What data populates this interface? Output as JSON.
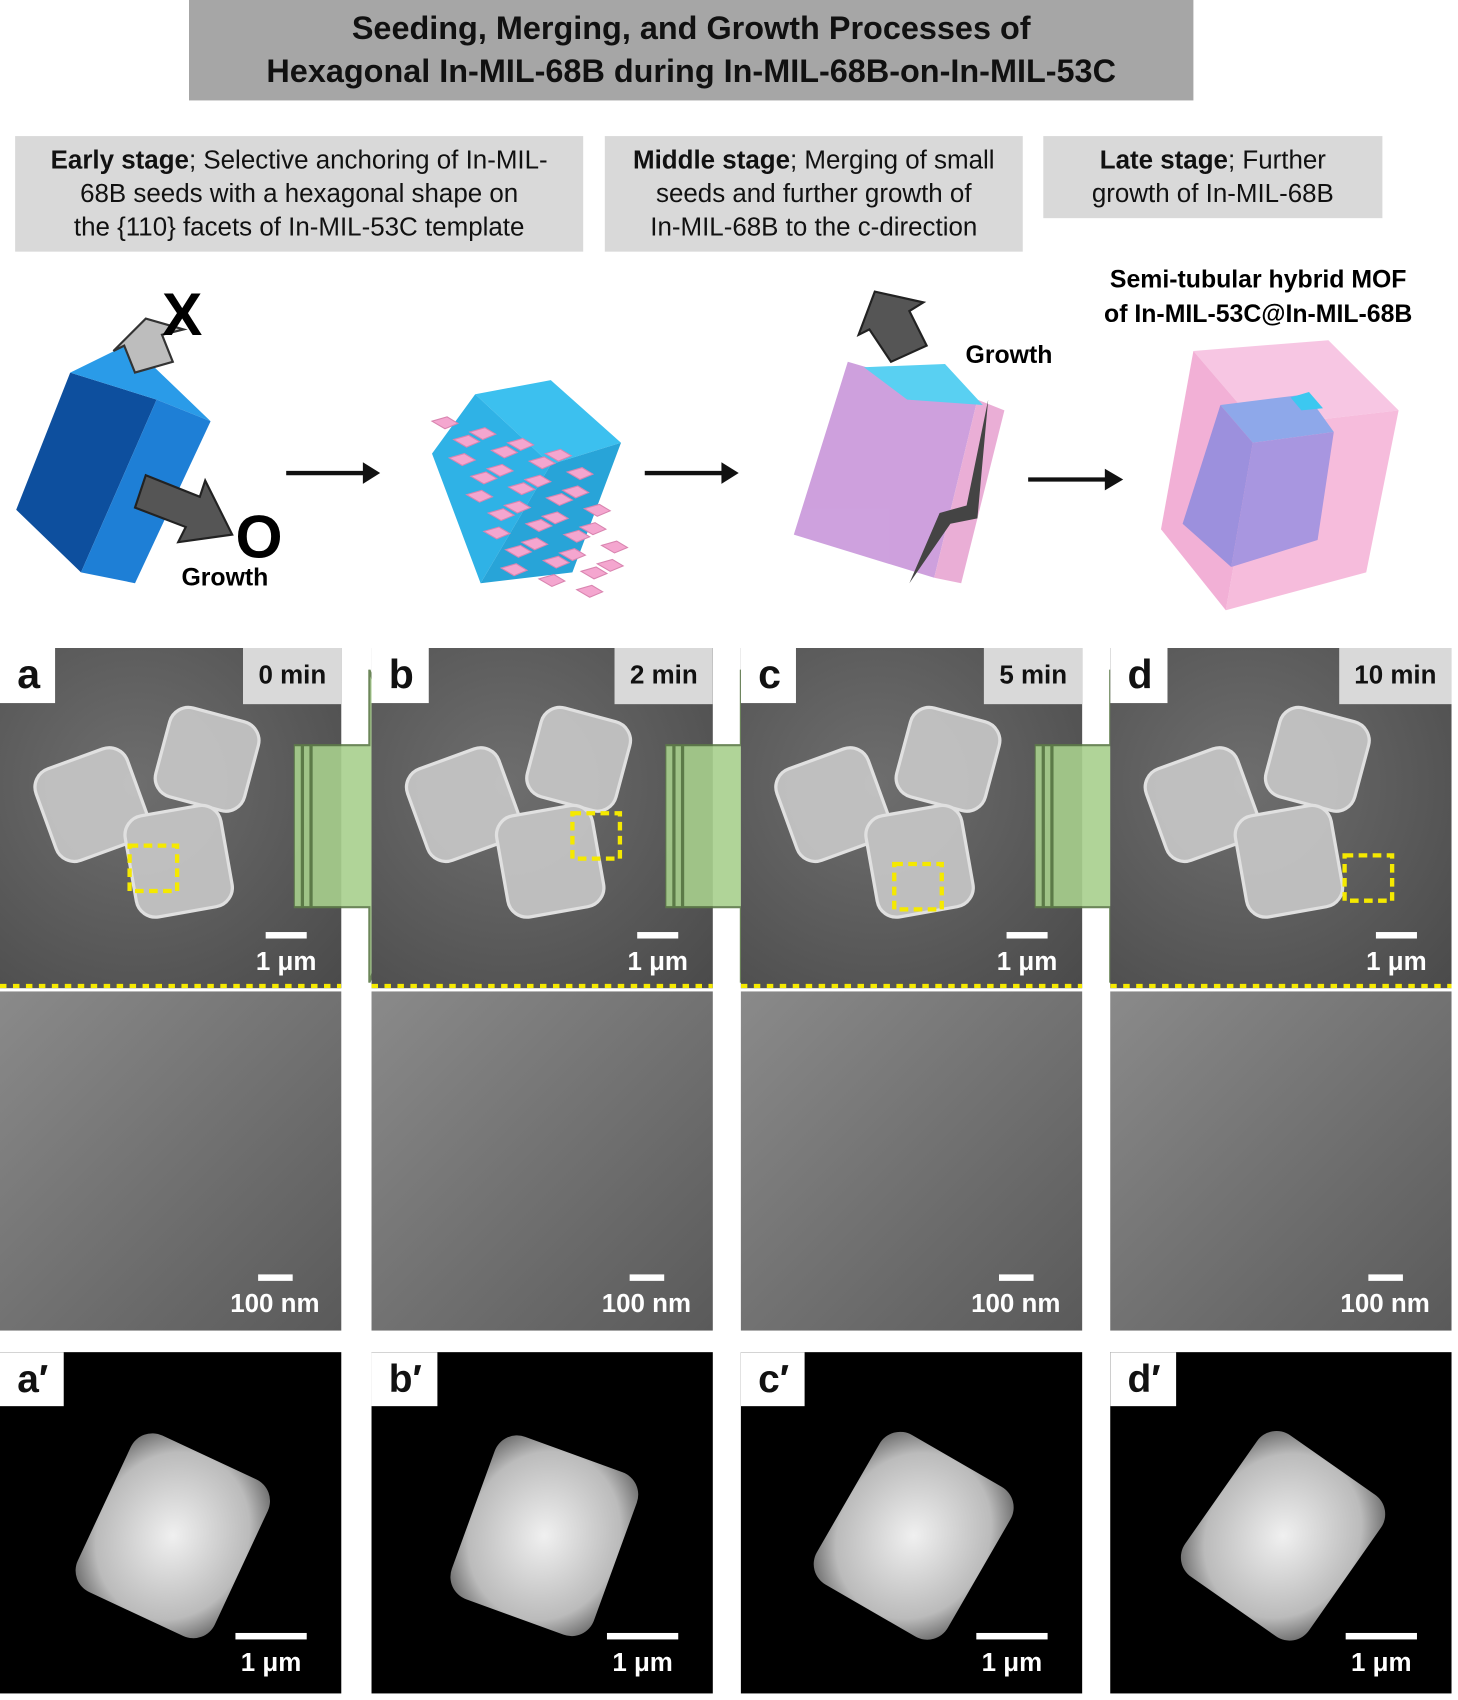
{
  "title": {
    "line1": "Seeding, Merging, and Growth Processes of",
    "line2": "Hexagonal In-MIL-68B during In-MIL-68B-on-In-MIL-53C"
  },
  "stages": [
    {
      "bold": "Early stage",
      "text1": "; Selective anchoring of In-MIL-",
      "text2": "68B seeds with a hexagonal shape on",
      "text3": "the {110} facets of In-MIL-53C template"
    },
    {
      "bold": "Middle stage",
      "text1": "; Merging of small",
      "text2": "seeds and further growth of",
      "text3": "In-MIL-68B to the c-direction"
    },
    {
      "bold": "Late stage",
      "text1": "; Further",
      "text2": "growth of In-MIL-68B"
    }
  ],
  "schematic": {
    "x_mark": "X",
    "o_mark": "O",
    "growth1": "Growth",
    "growth2": "Growth",
    "product_line1": "Semi-tubular hybrid MOF",
    "product_line2": "of In-MIL-53C@In-MIL-68B"
  },
  "panels": [
    {
      "letter": "a",
      "time": "0 min",
      "scale_um": "1 μm",
      "scale_nm": "100 nm",
      "tem_letter": "a′",
      "tem_scale": "1 μm"
    },
    {
      "letter": "b",
      "time": "2 min",
      "scale_um": "1 μm",
      "scale_nm": "100 nm",
      "tem_letter": "b′",
      "tem_scale": "1 μm"
    },
    {
      "letter": "c",
      "time": "5 min",
      "scale_um": "1 μm",
      "scale_nm": "100 nm",
      "tem_letter": "c′",
      "tem_scale": "1 μm"
    },
    {
      "letter": "d",
      "time": "10 min",
      "scale_um": "1 μm",
      "scale_nm": "100 nm",
      "tem_letter": "d′",
      "tem_scale": "1 μm"
    }
  ],
  "colors": {
    "template_blue": "#1e7fd6",
    "seed_pink": "#f4a6cf",
    "arrow_green": "#a8d08d",
    "highlight_yellow": "#f5e900"
  }
}
